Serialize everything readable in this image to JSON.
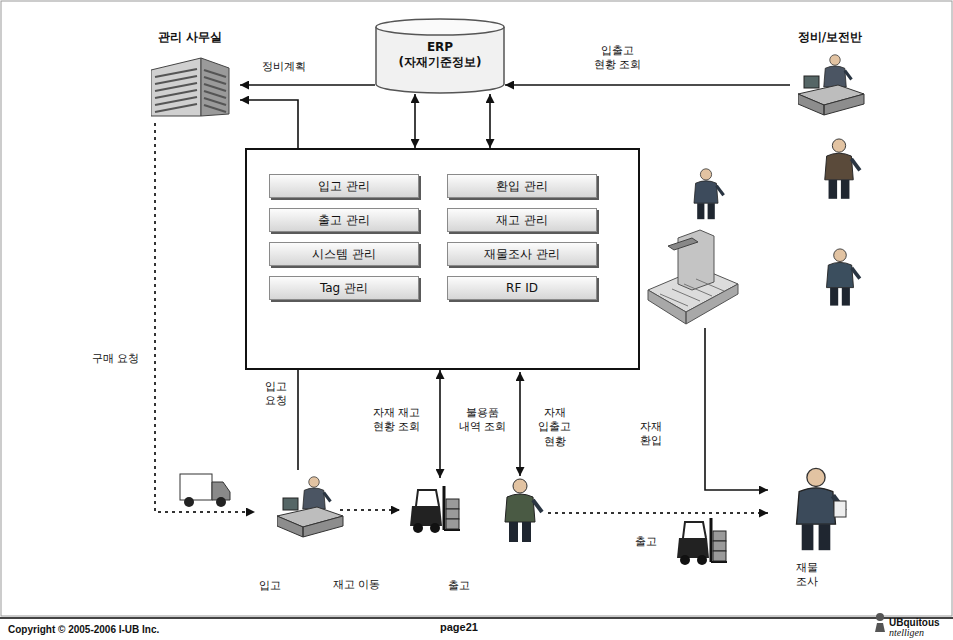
{
  "diagram": {
    "nodes": [
      {
        "text": [
          "관리 사무실"
        ]
      },
      {
        "text": [
          "ERP (자재기준정보)"
        ]
      },
      {
        "text": [
          "정비/보전반"
        ]
      },
      {
        "text": []
      },
      {
        "text": [
          "입고 관리"
        ],
        "in": 3
      },
      {
        "text": [
          "환입 관리"
        ],
        "in": 3
      },
      {
        "text": [
          "출고 관리"
        ],
        "in": 3
      },
      {
        "text": [
          "재고 관리"
        ],
        "in": 3
      },
      {
        "text": [
          "시스템 관리"
        ],
        "in": 3
      },
      {
        "text": [
          "재물조사 관리"
        ],
        "in": 3
      },
      {
        "text": [
          "Tag 관리"
        ],
        "in": 3
      },
      {
        "text": [
          "RF ID"
        ],
        "in": 3
      },
      {
        "text": [
          "입고"
        ]
      },
      {
        "text": [
          "출고"
        ]
      },
      {
        "text": [
          "출고"
        ]
      },
      {
        "text": [
          "재물 조사"
        ]
      }
    ],
    "edges": [
      {
        "from": 1,
        "to": 0,
        "arrow": "to",
        "label": "정비계획"
      },
      {
        "from": 2,
        "to": 1,
        "arrow": "to",
        "label": "입출고 현황 조회"
      },
      {
        "from": 1,
        "to": 3,
        "arrow": "both"
      },
      {
        "from": 1,
        "to": 3,
        "arrow": "both"
      },
      {
        "from": 3,
        "to": 13,
        "arrow": "both",
        "label": "자재 재고 현황 조회"
      },
      {
        "from": 12,
        "to": 0,
        "arrow": "to",
        "label": "입고 요청"
      },
      {
        "from": 0,
        "to": 12,
        "arrow": "to",
        "label": "구매 요청"
      },
      {
        "from": 12,
        "to": 13,
        "arrow": "to",
        "label": "재고 이동"
      }
    ],
    "labels": [
      "불용품 내역 조회",
      "자재 입출고 현황",
      "자재 환입",
      "Copyright © 2005-2006 I-UB Inc.",
      "page21",
      "UBquitous",
      "ntelligen"
    ]
  }
}
